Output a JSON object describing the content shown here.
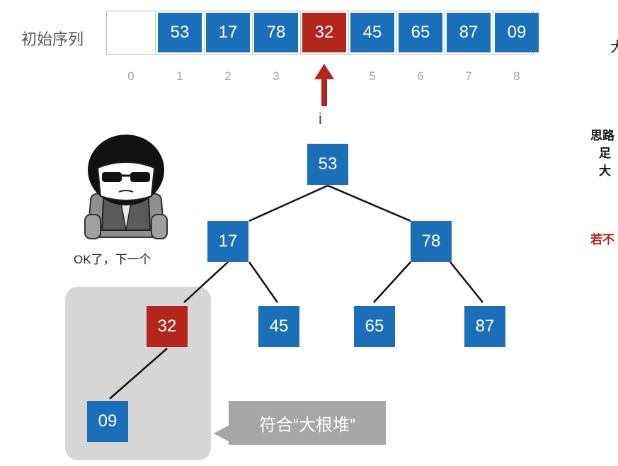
{
  "sequence_label": "初始序列",
  "array": [
    {
      "index": "0",
      "value": "",
      "color": "empty"
    },
    {
      "index": "1",
      "value": "53",
      "color": "blue"
    },
    {
      "index": "2",
      "value": "17",
      "color": "blue"
    },
    {
      "index": "3",
      "value": "78",
      "color": "blue"
    },
    {
      "index": "",
      "value": "32",
      "color": "red"
    },
    {
      "index": "5",
      "value": "45",
      "color": "blue"
    },
    {
      "index": "6",
      "value": "65",
      "color": "blue"
    },
    {
      "index": "7",
      "value": "87",
      "color": "blue"
    },
    {
      "index": "8",
      "value": "09",
      "color": "blue"
    }
  ],
  "pointer_label": "i",
  "tree": {
    "root": "53",
    "left": "17",
    "right": "78",
    "left_left": "32",
    "left_right": "45",
    "right_left": "65",
    "right_right": "87",
    "left_left_left": "09"
  },
  "meme_caption": "OK了，下一个",
  "callout_text": "符合“大根堆”",
  "right_fragments": {
    "line1": "大",
    "line2": "思路",
    "line3": "足大",
    "line4": "若不"
  },
  "colors": {
    "blue": "#1b6fb8",
    "red": "#b3261e",
    "gray": "#a6a6a6"
  }
}
